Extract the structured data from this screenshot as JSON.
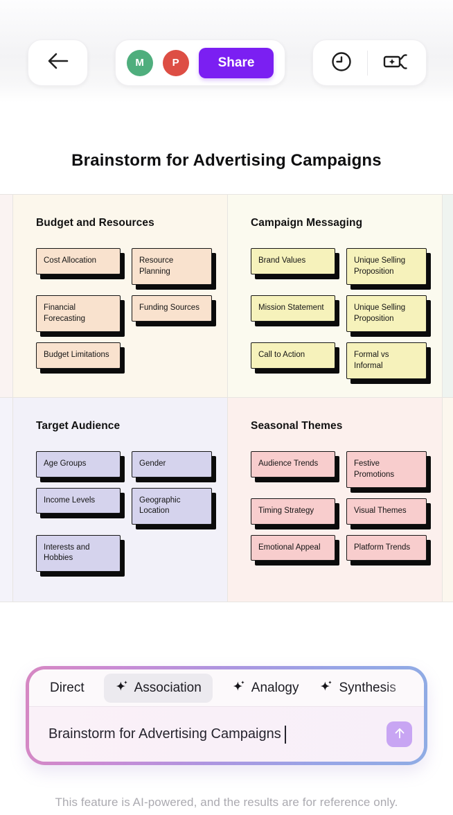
{
  "header": {
    "back_icon": "arrow-left-icon",
    "collaborators": [
      {
        "initial": "M",
        "color": "#4fae7d"
      },
      {
        "initial": "P",
        "color": "#dd4e44"
      }
    ],
    "share_label": "Share",
    "history_icon": "clock-history-icon",
    "mindmap_icon": "mindmap-node-icon"
  },
  "title": "Brainstorm for Advertising Campaigns",
  "board": {
    "sections": [
      {
        "title": "Budget and Resources",
        "bg": "#fcf7ec",
        "card_color": "#f9e2ce",
        "cards": [
          "Cost Allocation",
          "Resource Planning",
          "Financial Forecasting",
          "Funding Sources",
          "Budget Limitations"
        ]
      },
      {
        "title": "Campaign Messaging",
        "bg": "#fbfaef",
        "card_color": "#f6f2bb",
        "cards": [
          "Brand Values",
          "Unique Selling Proposition",
          "Mission Statement",
          "Unique Selling Proposition",
          "Call to Action",
          "Formal vs Informal"
        ]
      },
      {
        "title": "Target Audience",
        "bg": "#f2f1f9",
        "card_color": "#d5d3ed",
        "cards": [
          "Age Groups",
          "Gender",
          "Income Levels",
          "Geographic Location",
          "Interests and Hobbies"
        ]
      },
      {
        "title": "Seasonal Themes",
        "bg": "#fcf0ed",
        "card_color": "#f8cdcd",
        "cards": [
          "Audience Trends",
          "Festive Promotions",
          "Timing Strategy",
          "Visual Themes",
          "Emotional Appeal",
          "Platform Trends"
        ]
      }
    ],
    "overflow_strip_colors": {
      "top_left": "#faf3f2",
      "bottom_left": "#f4f3fa",
      "top_right": "#eff4f0",
      "bottom_right": "#fcf7ee"
    }
  },
  "prompt_panel": {
    "tabs": [
      {
        "label": "Direct",
        "sparkle": false,
        "selected": false
      },
      {
        "label": "Association",
        "sparkle": true,
        "selected": true
      },
      {
        "label": "Analogy",
        "sparkle": true,
        "selected": false
      },
      {
        "label": "Synthesis",
        "sparkle": true,
        "selected": false
      }
    ],
    "input_value": "Brainstorm for Advertising Campaigns",
    "send_icon": "arrow-up-icon",
    "border_gradient": [
      "#d687c2",
      "#8face4"
    ],
    "send_color": "#c8a5f3",
    "accent_share": "#7b1ff2"
  },
  "footer_note": "This feature is AI-powered, and the results are for reference only."
}
